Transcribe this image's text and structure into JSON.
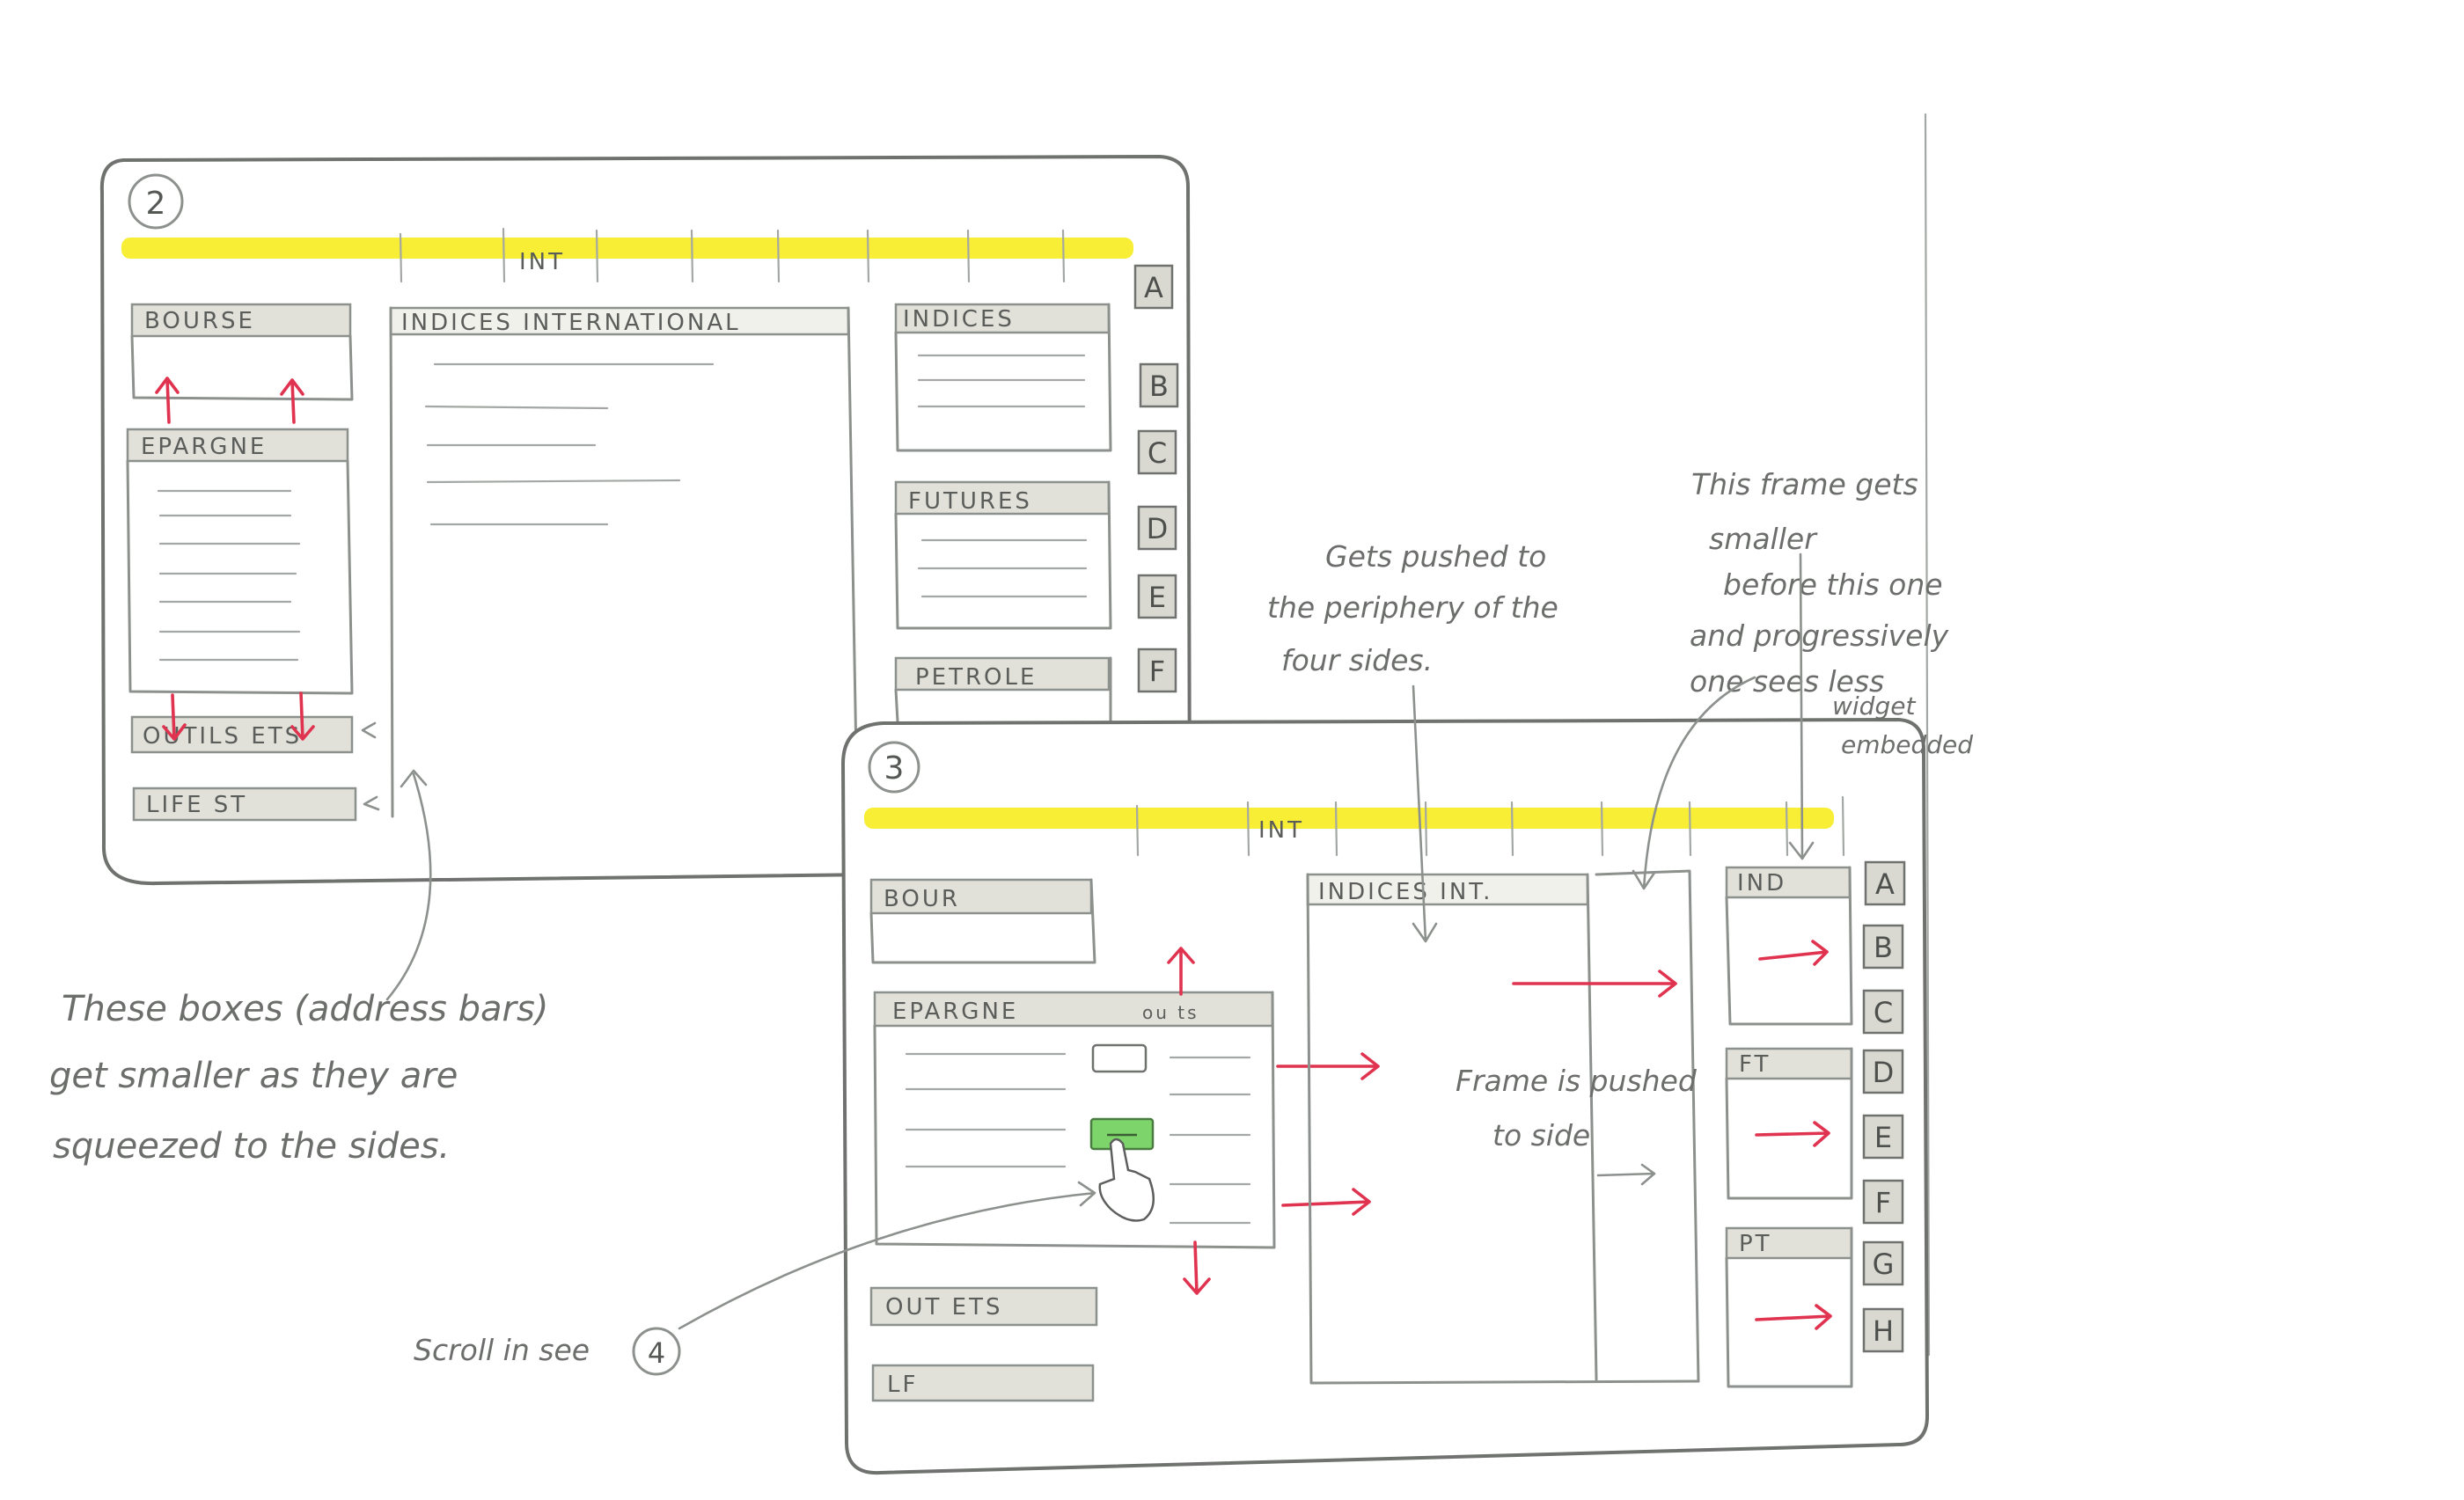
{
  "colors": {
    "highlight": "#f7ee35",
    "accent_arrow": "#e0334f",
    "green_button": "#7dd46a",
    "pencil": "#8d918d",
    "paper": "#ffffff"
  },
  "frame2": {
    "number": "2",
    "tab_label": "INT",
    "left_boxes": [
      "BOURSE",
      "EPARGNE",
      "OUTILS ETS",
      "LIFE ST"
    ],
    "center_title": "INDICES INTERNATIONAL",
    "right_boxes": [
      "INDICES",
      "FUTURES",
      "PETROLE"
    ],
    "side_letters": [
      "A",
      "B",
      "C",
      "D",
      "E",
      "F"
    ]
  },
  "frame3": {
    "number": "3",
    "tab_label": "INT",
    "left_boxes": [
      "BOUR",
      "EPARGNE",
      "OUT ETS",
      "LF"
    ],
    "epargne_suffix": "ou ts",
    "center_title": "INDICES INT.",
    "right_boxes": [
      "IND",
      "FT",
      "PT"
    ],
    "side_letters": [
      "A",
      "B",
      "C",
      "D",
      "E",
      "F",
      "G",
      "H"
    ]
  },
  "notes": {
    "squeezed": [
      "These boxes (address bars)",
      "get smaller as they are",
      "squeezed to the sides."
    ],
    "pushed": [
      "Gets pushed to",
      "the periphery of the",
      "four sides."
    ],
    "frame_smaller": [
      "This frame gets",
      "smaller",
      "before this one",
      "and progressively",
      "one sees less",
      "widget",
      "embedded"
    ],
    "frame_pushed": [
      "Frame is pushed",
      "to side"
    ],
    "scroll": "Scroll in see",
    "scroll_ref": "4"
  }
}
